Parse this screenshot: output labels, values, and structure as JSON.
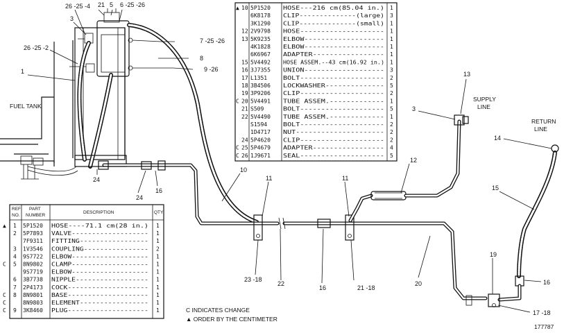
{
  "labels": {
    "fuel_tank": "FUEL TANK",
    "supply_line": [
      "SUPPLY",
      "LINE"
    ],
    "return_line": [
      "RETURN",
      "LINE"
    ],
    "legend_change": "C INDICATES CHANGE",
    "legend_order": "▲ ORDER BY THE CENTIMETER",
    "figure_number": "177787"
  },
  "callouts": {
    "c26_25_4": "26 -25 -4",
    "c21": "21",
    "c5": "5",
    "c6_25_26": "6 -25 -26",
    "c3a": "3",
    "c26_25_2": "26 -25 -2",
    "c7_25_26": "7 -25 -26",
    "c8": "8",
    "c9_26": "9 -26",
    "c1": "1",
    "c10": "10",
    "c11a": "11",
    "c11b": "11",
    "c12": "12",
    "c13": "13",
    "c3b": "3",
    "c14": "14",
    "c15": "15",
    "c16a": "16",
    "c16b": "16",
    "c16c": "16",
    "c24a": "24",
    "c24b": "24",
    "c23_18": "23 -18",
    "c22": "22",
    "c21_18": "21 -18",
    "c20": "20",
    "c19": "19",
    "c17_18": "17 -18"
  },
  "table_top": {
    "rows": [
      {
        "mark": "▲",
        "ref": "10",
        "part": "5P1520",
        "desc": "HOSE---216 cm(85.04 in.)",
        "qty": "1"
      },
      {
        "mark": "",
        "ref": "",
        "part": "6K8178",
        "desc": "CLIP--------------(large)",
        "qty": "3"
      },
      {
        "mark": "",
        "ref": "",
        "part": "3K1290",
        "desc": "CLIP--------------(small)",
        "qty": "1"
      },
      {
        "mark": "",
        "ref": "12",
        "part": "2V9798",
        "desc": "HOSE--------------------",
        "qty": "1"
      },
      {
        "mark": "",
        "ref": "13",
        "part": "5K9235",
        "desc": "ELBOW-------------------",
        "qty": "1"
      },
      {
        "mark": "",
        "ref": "",
        "part": "4K1828",
        "desc": "ELBOW-------------------",
        "qty": "1"
      },
      {
        "mark": "",
        "ref": "",
        "part": "6K6967",
        "desc": "ADAPTER-----------------",
        "qty": "1"
      },
      {
        "mark": "",
        "ref": "15",
        "part": "5V4492",
        "desc": "HOSE ASSEM.--43 cm(16.92 in.)",
        "qty": "1"
      },
      {
        "mark": "",
        "ref": "16",
        "part": "3J7355",
        "desc": "UNION-------------------",
        "qty": "3"
      },
      {
        "mark": "",
        "ref": "17",
        "part": "L1351",
        "desc": "BOLT--------------------",
        "qty": "2"
      },
      {
        "mark": "",
        "ref": "18",
        "part": "3B4506",
        "desc": "LOCKWASHER--------------",
        "qty": "5"
      },
      {
        "mark": "",
        "ref": "19",
        "part": "3P9206",
        "desc": "CLIP--------------------",
        "qty": "2"
      },
      {
        "mark": "C",
        "ref": "20",
        "part": "5V4491",
        "desc": "TUBE ASSEM.-------------",
        "qty": "1"
      },
      {
        "mark": "",
        "ref": "21",
        "part": "S509",
        "desc": "BOLT--------------------",
        "qty": "5"
      },
      {
        "mark": "",
        "ref": "22",
        "part": "5V4490",
        "desc": "TUBE ASSEM.-------------",
        "qty": "1"
      },
      {
        "mark": "",
        "ref": "",
        "part": "S1594",
        "desc": "BOLT--------------------",
        "qty": "2"
      },
      {
        "mark": "",
        "ref": "",
        "part": "1D4717",
        "desc": "NUT---------------------",
        "qty": "2"
      },
      {
        "mark": "",
        "ref": "24",
        "part": "5P4620",
        "desc": "CLIP--------------------",
        "qty": "2"
      },
      {
        "mark": "C",
        "ref": "25",
        "part": "5P4679",
        "desc": "ADAPTER-----------------",
        "qty": "4"
      },
      {
        "mark": "C",
        "ref": "26",
        "part": "1J9671",
        "desc": "SEAL--------------------",
        "qty": "5"
      }
    ]
  },
  "table_bottom": {
    "headers": {
      "ref": [
        "REF",
        "NO."
      ],
      "part": [
        "PART",
        "NUMBER"
      ],
      "desc": "DESCRIPTION",
      "qty": "QTY"
    },
    "rows": [
      {
        "mark": "▲",
        "ref": "1",
        "part": "5P1520",
        "desc": "HOSE----71.1 cm(28 in.)",
        "qty": "1"
      },
      {
        "mark": "",
        "ref": "2",
        "part": "5P7893",
        "desc": "VALVE-------------------",
        "qty": "1"
      },
      {
        "mark": "",
        "ref": "",
        "part": "7F9311",
        "desc": "FITTING-----------------",
        "qty": "1"
      },
      {
        "mark": "",
        "ref": "3",
        "part": "1V3546",
        "desc": "COUPLING----------------",
        "qty": "2"
      },
      {
        "mark": "",
        "ref": "4",
        "part": "9S7722",
        "desc": "ELBOW-------------------",
        "qty": "1"
      },
      {
        "mark": "C",
        "ref": "5",
        "part": "8N9802",
        "desc": "CLAMP-------------------",
        "qty": "1"
      },
      {
        "mark": "",
        "ref": "",
        "part": "9S7719",
        "desc": "ELBOW-------------------",
        "qty": "1"
      },
      {
        "mark": "",
        "ref": "6",
        "part": "3B7738",
        "desc": "NIPPLE------------------",
        "qty": "1"
      },
      {
        "mark": "",
        "ref": "7",
        "part": "2P4173",
        "desc": "COCK--------------------",
        "qty": "1"
      },
      {
        "mark": "C",
        "ref": "8",
        "part": "8N9801",
        "desc": "BASE--------------------",
        "qty": "1"
      },
      {
        "mark": "C",
        "ref": "",
        "part": "8N9803",
        "desc": "ELEMENT-----------------",
        "qty": "1"
      },
      {
        "mark": "C",
        "ref": "9",
        "part": "3K8460",
        "desc": "PLUG--------------------",
        "qty": "1"
      }
    ]
  }
}
